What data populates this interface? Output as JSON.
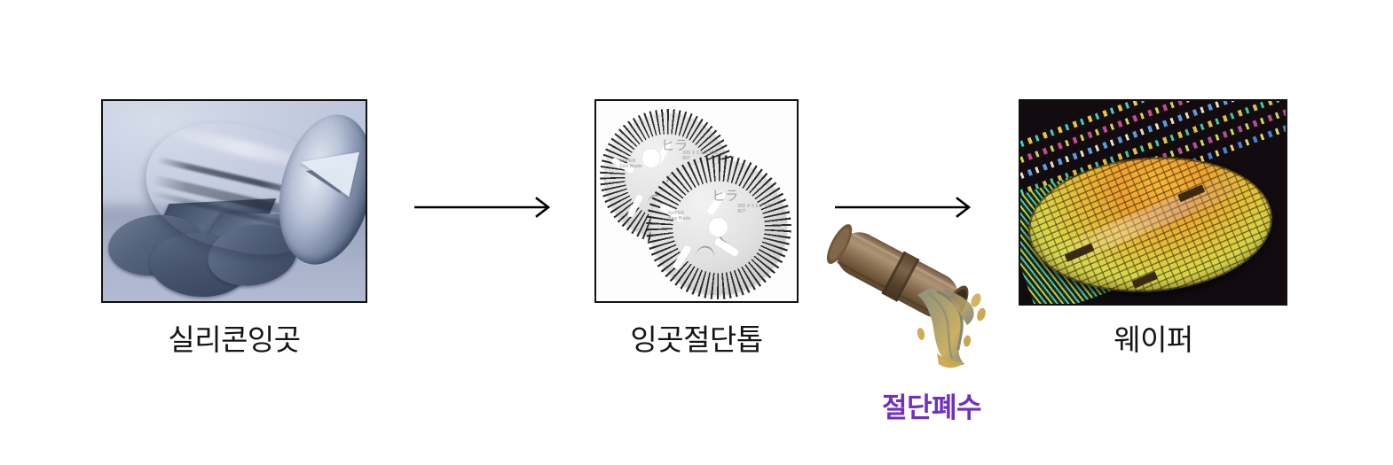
{
  "diagram": {
    "title": "silicon-wafer-manufacturing-flow",
    "background_color": "#ffffff",
    "steps": [
      {
        "id": "ingot",
        "label": "실리콘잉곳",
        "image_name": "silicon-ingot-photo",
        "image_description": "폴리싱된 원통형 실리콘 잉곳과 잘린 웨이퍼 조각들"
      },
      {
        "id": "saw",
        "label": "잉곳절단톱",
        "image_name": "ingot-cutting-saw-photo",
        "image_description": "겹쳐진 두 개의 원형 절단 톱날"
      },
      {
        "id": "wafer",
        "label": "웨이퍼",
        "image_name": "silicon-wafer-photo",
        "image_description": "다이 격자가 형성된 금색 실리콘 웨이퍼"
      }
    ],
    "byproduct": {
      "id": "wastewater",
      "label": "절단폐수",
      "label_color": "#7030c0",
      "image_name": "wastewater-pipe-illustration",
      "image_description": "갈색 배관에서 흘러나오는 탁한 폐수"
    },
    "arrows": [
      {
        "id": "arrow-ingot-to-saw",
        "name": "arrow-right-icon",
        "color": "#000000"
      },
      {
        "id": "arrow-saw-to-wafer",
        "name": "arrow-right-icon",
        "color": "#000000"
      }
    ],
    "palette": {
      "ingot_blue": "#5d6c88",
      "saw_gray": "#e2e2e2",
      "wafer_gold": "#eea22e",
      "pipe_brown": "#8a6f52",
      "waste_ochre": "#c9a94e",
      "text_black": "#141414",
      "accent_purple": "#7030c0"
    }
  }
}
